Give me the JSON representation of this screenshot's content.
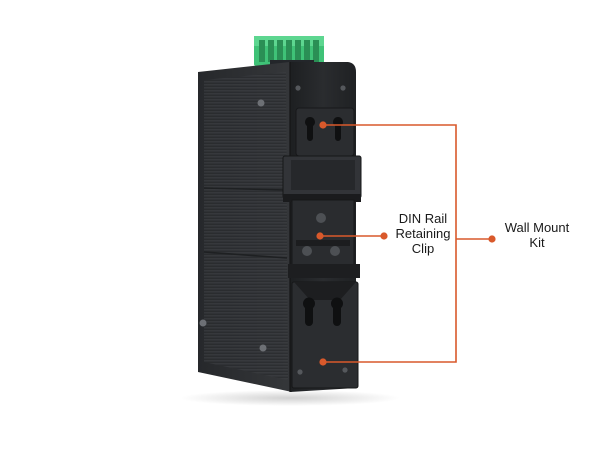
{
  "callouts": {
    "din_rail_clip": [
      "DIN  Rail",
      "Retaining",
      "Clip"
    ],
    "wall_mount_kit": [
      "Wall Mount",
      "Kit"
    ]
  },
  "colors": {
    "callout_line": "#d9592b",
    "housing": "#2e3033",
    "connector": "#3fc277"
  }
}
